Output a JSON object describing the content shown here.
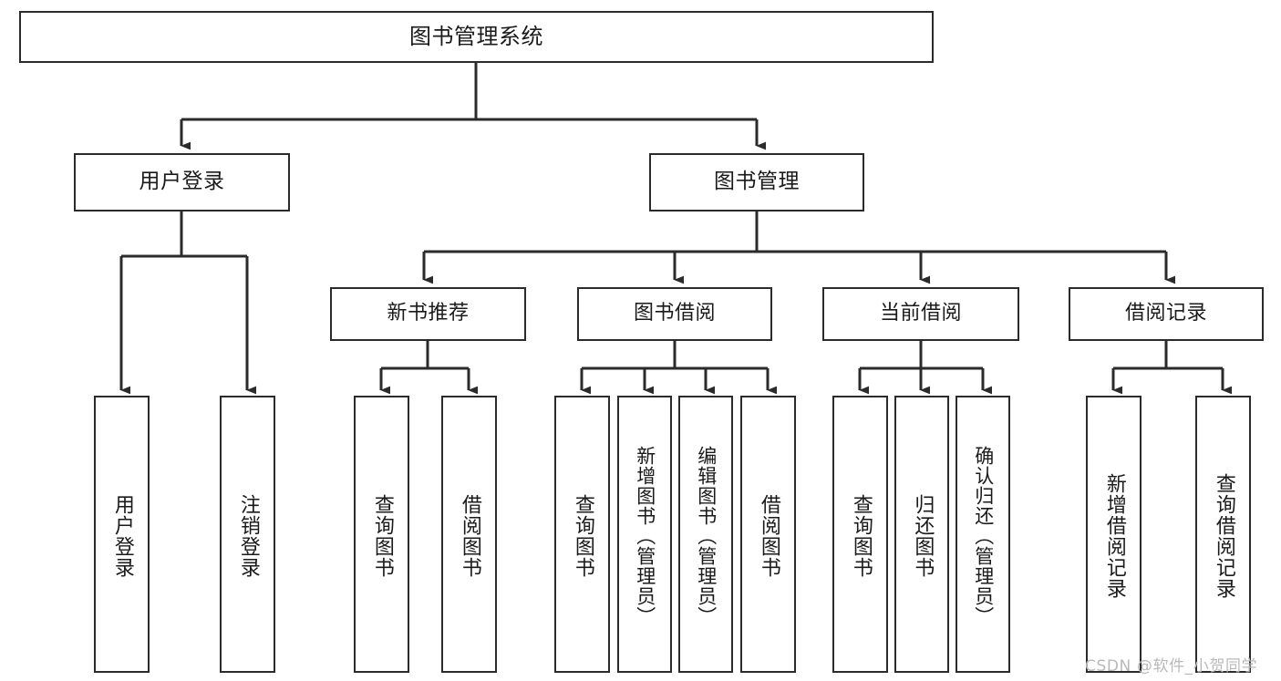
{
  "diagram": {
    "title": "图书管理系统",
    "type": "hierarchy-tree",
    "stroke_color": "#2b2b2b",
    "fill_color": "#ffffff",
    "text_color": "#1a1a1a"
  },
  "watermark": {
    "text": "CSDN @软件_小贺同学",
    "color": "#b9b9b9"
  },
  "nodes": {
    "root": {
      "label": "图书管理系统"
    },
    "level2": [
      {
        "label": "用户登录"
      },
      {
        "label": "图书管理"
      }
    ],
    "level3": [
      {
        "label": "新书推荐"
      },
      {
        "label": "图书借阅"
      },
      {
        "label": "当前借阅"
      },
      {
        "label": "借阅记录"
      }
    ],
    "leaves": [
      {
        "label": "用户登录",
        "parent": "用户登录"
      },
      {
        "label": "注销登录",
        "parent": "用户登录"
      },
      {
        "label": "查询图书",
        "parent": "新书推荐"
      },
      {
        "label": "借阅图书",
        "parent": "新书推荐"
      },
      {
        "label": "查询图书",
        "parent": "图书借阅"
      },
      {
        "label": "新增图书（管理员）",
        "parent": "图书借阅"
      },
      {
        "label": "编辑图书（管理员）",
        "parent": "图书借阅"
      },
      {
        "label": "借阅图书",
        "parent": "图书借阅"
      },
      {
        "label": "查询图书",
        "parent": "当前借阅"
      },
      {
        "label": "归还图书",
        "parent": "当前借阅"
      },
      {
        "label": "确认归还（管理员）",
        "parent": "当前借阅"
      },
      {
        "label": "新增借阅记录",
        "parent": "借阅记录"
      },
      {
        "label": "查询借阅记录",
        "parent": "借阅记录"
      }
    ]
  }
}
